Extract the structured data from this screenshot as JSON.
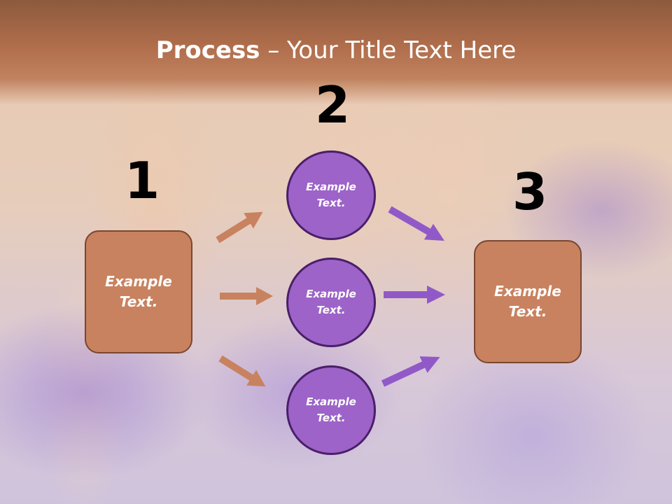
{
  "title": {
    "bold": "Process",
    "rest": " – Your Title Text Here"
  },
  "steps": [
    {
      "number": "1",
      "box_text": "Example\nText."
    },
    {
      "number": "2",
      "circles": [
        "Example\nText.",
        "Example\nText.",
        "Example\nText."
      ]
    },
    {
      "number": "3",
      "box_text": "Example\nText."
    }
  ],
  "colors": {
    "box_fill": "#c8825f",
    "circle_fill": "#9d63c8",
    "arrow_left": "#c8825f",
    "arrow_right": "#9159c8"
  }
}
